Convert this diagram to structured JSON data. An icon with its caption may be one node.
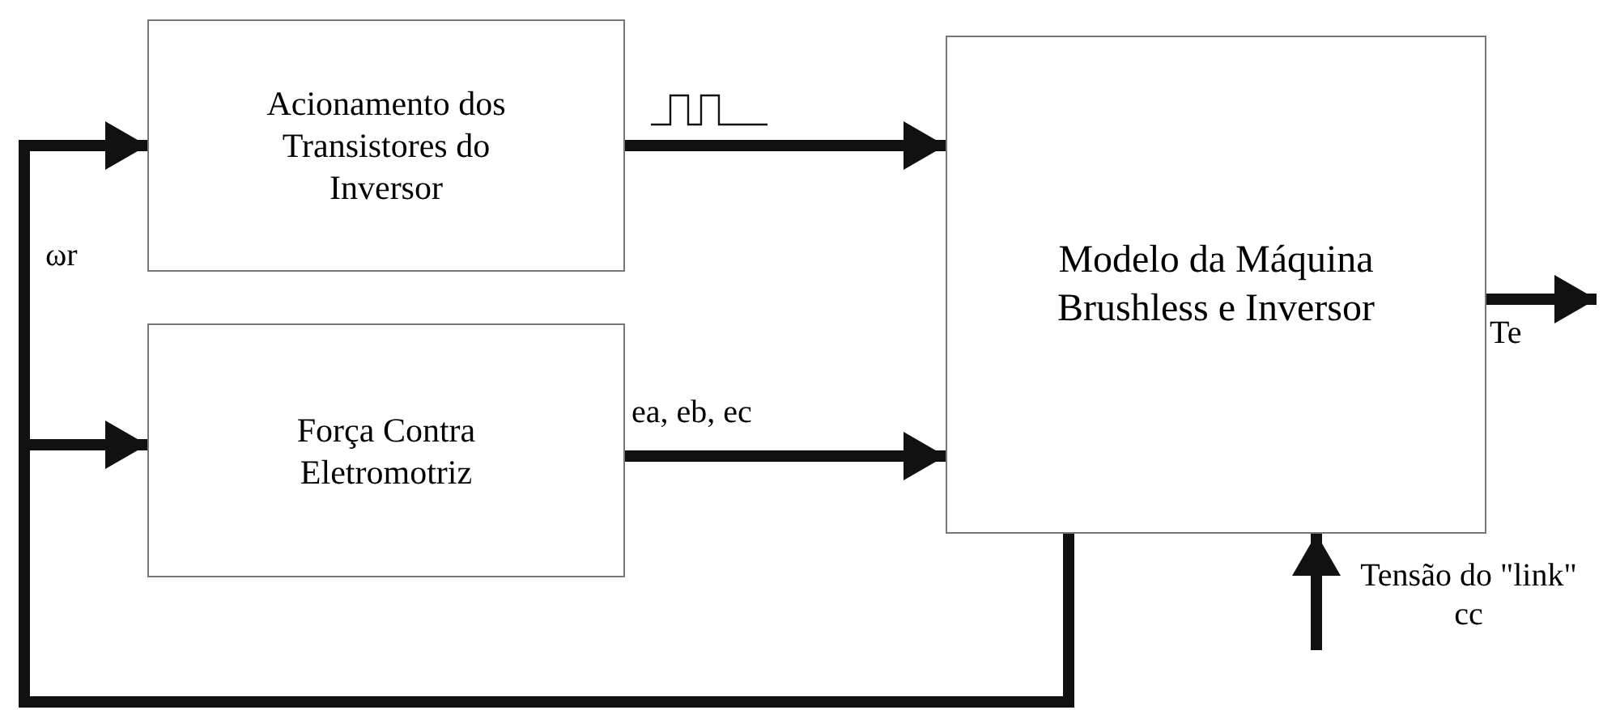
{
  "diagram": {
    "nodes": [
      {
        "text": [
          "Acionamento dos Transistores do Inversor"
        ]
      },
      {
        "text": [
          "Força Contra Eletromotriz"
        ]
      },
      {
        "text": [
          "Modelo da Máquina Brushless e Inversor"
        ]
      }
    ],
    "edges": [
      {
        "from": 2,
        "to": 0,
        "arrow": "to",
        "label": "ωr"
      },
      {
        "from": 2,
        "to": 1,
        "arrow": "to"
      },
      {
        "from": 0,
        "to": 2,
        "arrow": "to"
      },
      {
        "from": 1,
        "to": 2,
        "arrow": "to",
        "label": "ea, eb, ec"
      },
      {
        "from": 2,
        "to": null,
        "arrow": "to",
        "label": "Te"
      },
      {
        "from": null,
        "to": 2,
        "arrow": "to",
        "label": "Tensão do \"link\" cc"
      }
    ]
  }
}
